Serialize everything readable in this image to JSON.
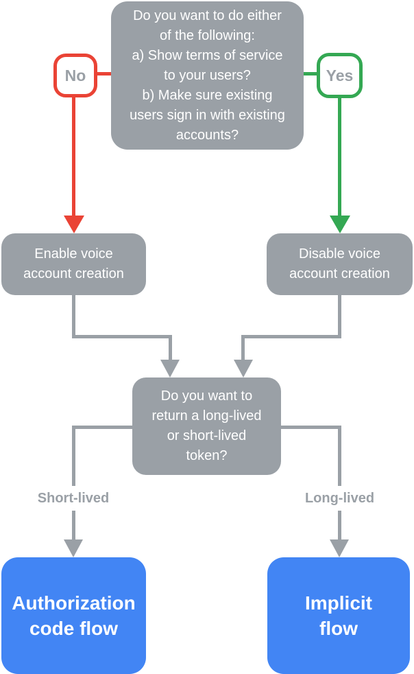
{
  "colors": {
    "node_gray": "#9AA0A6",
    "result_blue": "#4285F4",
    "no_red": "#EA4335",
    "yes_green": "#34A853",
    "node_text": "#ffffff",
    "badge_text": "#9AA0A6",
    "background": "#ffffff"
  },
  "nodes": {
    "question1": {
      "lines": [
        "Do you want to do either",
        "of the following:",
        "a) Show terms of service",
        "to your users?",
        "b) Make sure existing",
        "users sign in with existing",
        "accounts?"
      ]
    },
    "no_badge": {
      "label": "No"
    },
    "yes_badge": {
      "label": "Yes"
    },
    "enable": {
      "lines": [
        "Enable voice",
        "account creation"
      ]
    },
    "disable": {
      "lines": [
        "Disable voice",
        "account creation"
      ]
    },
    "question2": {
      "lines": [
        "Do you want to",
        "return a long-lived",
        "or short-lived",
        "token?"
      ]
    },
    "short_label": {
      "label": "Short-lived"
    },
    "long_label": {
      "label": "Long-lived"
    },
    "auth_flow": {
      "lines": [
        "Authorization",
        "code flow"
      ]
    },
    "implicit_flow": {
      "lines": [
        "Implicit",
        "flow"
      ]
    }
  }
}
